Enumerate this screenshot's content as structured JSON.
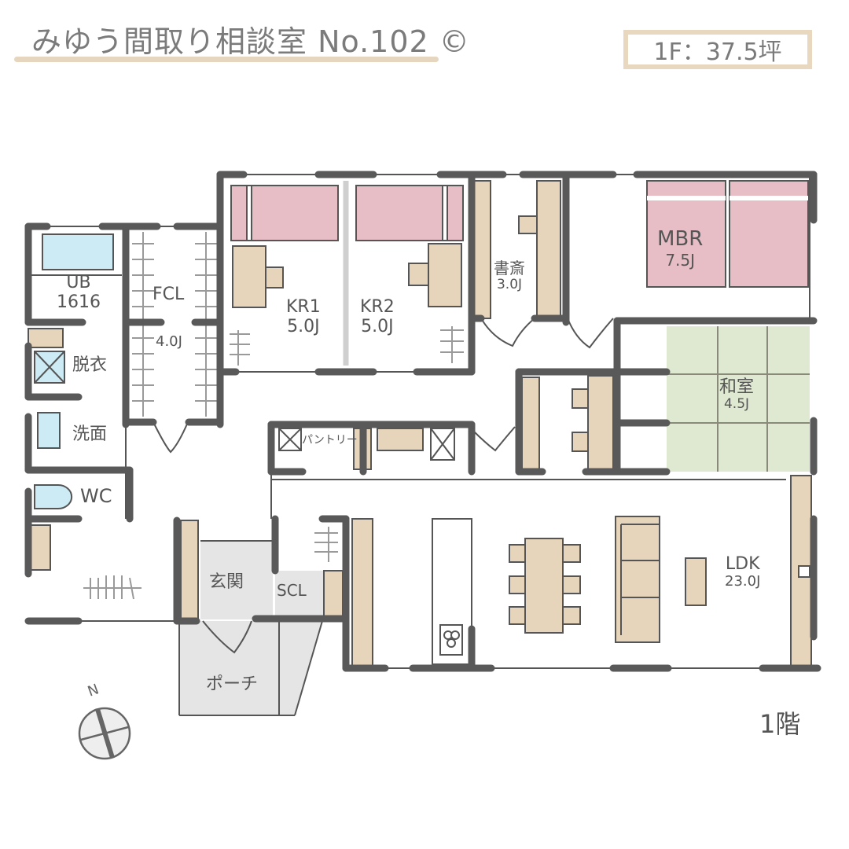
{
  "header": {
    "title": "みゆう間取り相談室 No.102 ©",
    "area_summary": "1F：37.5坪"
  },
  "colors": {
    "wall": "#595959",
    "furniture": "#e6d5bb",
    "bed": "#e8bec6",
    "water": "#cdebf5",
    "tatami": "#dfe8d0",
    "entry_floor": "#e5e5e5",
    "accent_underline": "#e6d6bf"
  },
  "rooms": {
    "ub": {
      "name": "UB",
      "size": "1616"
    },
    "fcl": {
      "name": "FCL",
      "size": "4.0J"
    },
    "datsui": {
      "name": "脱衣"
    },
    "senmen": {
      "name": "洗面"
    },
    "wc": {
      "name": "WC"
    },
    "kr1": {
      "name": "KR1",
      "size": "5.0J"
    },
    "kr2": {
      "name": "KR2",
      "size": "5.0J"
    },
    "study": {
      "name": "書斎",
      "size": "3.0J"
    },
    "mbr": {
      "name": "MBR",
      "size": "7.5J"
    },
    "washitsu": {
      "name": "和室",
      "size": "4.5J"
    },
    "pantry": {
      "name": "パントリー"
    },
    "genkan": {
      "name": "玄関"
    },
    "scl": {
      "name": "SCL"
    },
    "porch": {
      "name": "ポーチ"
    },
    "ldk": {
      "name": "LDK",
      "size": "23.0J"
    }
  },
  "compass": {
    "label": "N",
    "icon": "north-compass-icon"
  },
  "floor_label": "1階"
}
